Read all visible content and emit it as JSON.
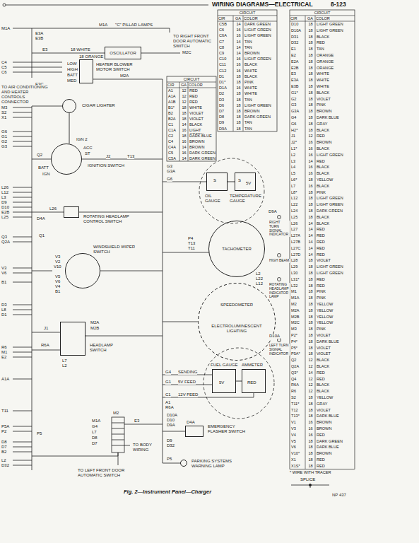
{
  "diagram": {
    "title": "WIRING DIAGRAMS—ELECTRICAL",
    "caption": "Fig. 2—Instrument Panel—Charger",
    "nodes": [
      {
        "text": [
          "OSCILLATOR"
        ]
      },
      {
        "text": [
          "HEATER BLOWER MOTOR SWITCH"
        ]
      },
      {
        "text": [
          "CIGAR LIGHTER"
        ]
      },
      {
        "text": [
          "IGNITION SWITCH"
        ]
      },
      {
        "text": [
          "ROTATING HEADLAMP CONTROL SWITCH"
        ]
      },
      {
        "text": [
          "WINDSHIELD WIPER SWITCH"
        ]
      },
      {
        "text": [
          "HEADLAMP SWITCH"
        ]
      },
      {
        "text": [
          "EMERGENCY FLASHER SWITCH"
        ]
      },
      {
        "text": [
          "PARKING SYSTEMS WARNING LAMP"
        ]
      },
      {
        "text": [
          "OIL GAUGE"
        ]
      },
      {
        "text": [
          "TEMPERATURE GAUGE"
        ]
      },
      {
        "text": [
          "TACHOMETER"
        ]
      },
      {
        "text": [
          "SPEEDOMETER"
        ]
      },
      {
        "text": [
          "FUEL GAUGE"
        ]
      },
      {
        "text": [
          "AMMETER"
        ]
      }
    ],
    "edges": [
      {
        "from": 2,
        "to": 3,
        "arrow": "none"
      },
      {
        "from": 9,
        "to": 10,
        "arrow": "none"
      },
      {
        "from": 13,
        "to": 14,
        "arrow": "none"
      }
    ],
    "labels": [
      "8-123",
      "NP 437",
      "M1A",
      "E3A",
      "E3B",
      "M1A",
      "\"C\" PILLAR LAMPS",
      "TO RIGHT FRONT DOOR AUTOMATIC SWITCH",
      "M2C",
      "E3",
      "18 WHITE",
      "18 ORANGE",
      "LOW",
      "HIGH",
      "BATT",
      "MED",
      "M2A",
      "C4",
      "C5",
      "C6",
      "E3C",
      "TO AIR CONDITIONING AND HEATER CONTROLS CONNECTOR",
      "M3",
      "S2",
      "X1",
      "G6",
      "G1",
      "G2",
      "G3",
      "IGN 2",
      "ACC",
      "ST",
      "BATT",
      "IGN",
      "J2",
      "T13",
      "Q2",
      "L26",
      "L12",
      "L3",
      "D9",
      "D10",
      "E2B",
      "L25",
      "L26",
      "D4A",
      "Q3",
      "Q2A",
      "Q1",
      "V3",
      "V2",
      "V10",
      "V5",
      "V6",
      "V4",
      "B1",
      "V3",
      "V6",
      "B1",
      "D3",
      "L8",
      "D1",
      "J1",
      "R6A",
      "M2A",
      "M2B",
      "R6",
      "M1",
      "E2",
      "L7",
      "L2",
      "A1A",
      "T11",
      "P5A",
      "P2",
      "P5",
      "D8",
      "D7",
      "B2",
      "L2",
      "D32",
      "M2",
      "M1A",
      "G4",
      "L7",
      "D8",
      "D7",
      "E3",
      "TO BODY WIRING",
      "TO LEFT FRONT DOOR AUTOMATIC SWITCH",
      "D10A",
      "D10",
      "D9A",
      "D4A",
      "D9",
      "D32",
      "P5",
      "G3",
      "G3A",
      "G6",
      "S",
      "S",
      "5V",
      "D9A",
      "P4",
      "T13",
      "T11",
      "L2",
      "L22",
      "L12",
      "RIGHT TURN SIGNAL INDICATOR",
      "HIGH BEAM",
      "ROTATING HEADLAMP INDICATOR LAMP",
      "ELECTROLUMINESCENT LIGHTING",
      "D10A",
      "LEFT TURN SIGNAL INDICATOR",
      "G4",
      "SENDING",
      "G1",
      "5V FEED",
      "C1",
      "12V FEED",
      "A1",
      "R6A",
      "5V",
      "RED",
      "CIRCUIT",
      "CIR",
      "GA",
      "COLOR",
      "A1",
      "12",
      "RED",
      "A1A",
      "12",
      "RED",
      "A1B",
      "12",
      "RED",
      "B1*",
      "18",
      "WHITE",
      "B2",
      "18",
      "VIOLET",
      "B2A",
      "18",
      "VIOLET",
      "C1",
      "14",
      "BLACK",
      "C1A",
      "16",
      "LIGHT GREEN",
      "C2",
      "18",
      "DARK BLUE",
      "C4",
      "16",
      "BROWN",
      "C4A",
      "14",
      "BROWN",
      "C5",
      "16",
      "DARK GREEN",
      "C5A",
      "14",
      "DARK GREEN",
      "CIRCUIT",
      "CIR",
      "GA",
      "COLOR",
      "C5B",
      "14",
      "DARK GREEN",
      "C6",
      "16",
      "LIGHT GREEN",
      "C6A",
      "16",
      "LIGHT GREEN",
      "C7",
      "14",
      "TAN",
      "C8",
      "14",
      "TAN",
      "C9",
      "14",
      "BROWN",
      "C10",
      "16",
      "LIGHT GREEN",
      "C11",
      "16",
      "BLACK",
      "C12",
      "16",
      "WHITE",
      "D1",
      "18",
      "BLACK",
      "D1*",
      "18",
      "PINK",
      "D1A",
      "16",
      "WHITE",
      "D2",
      "18",
      "WHITE",
      "D3",
      "18",
      "TAN",
      "D6",
      "18",
      "LIGHT GREEN",
      "D7",
      "18",
      "BROWN",
      "D8",
      "18",
      "DARK GREEN",
      "D9",
      "18",
      "TAN",
      "D9A",
      "18",
      "TAN",
      "CIRCUIT",
      "CIR",
      "GA",
      "COLOR",
      "D10",
      "18",
      "LIGHT GREEN",
      "D10A",
      "18",
      "LIGHT GREEN",
      "D31",
      "18",
      "BLACK",
      "D32",
      "18",
      "RED",
      "E1",
      "18",
      "TAN",
      "E2",
      "18",
      "ORANGE",
      "E2A",
      "18",
      "ORANGE",
      "E2B",
      "18",
      "ORANGE",
      "E3",
      "18",
      "WHITE",
      "E3A",
      "18",
      "WHITE",
      "E3B",
      "18",
      "WHITE",
      "G1*",
      "18",
      "BLACK",
      "G2",
      "18",
      "VIOLET",
      "G3",
      "18",
      "PINK",
      "G3A",
      "18",
      "BROWN",
      "G4",
      "18",
      "DARK BLUE",
      "G6",
      "18",
      "GRAY",
      "H2*",
      "18",
      "BLACK",
      "J1",
      "12",
      "RED",
      "J2*",
      "16",
      "BROWN",
      "L1*",
      "16",
      "BLACK",
      "L2",
      "16",
      "LIGHT GREEN",
      "L3",
      "14",
      "RED",
      "L4",
      "16",
      "BLACK",
      "L5",
      "16",
      "BLACK",
      "L6*",
      "18",
      "YELLOW",
      "L7",
      "16",
      "BLACK",
      "L8*",
      "18",
      "PINK",
      "L12",
      "18",
      "LIGHT GREEN",
      "L22",
      "18",
      "LIGHT GREEN",
      "L24",
      "18",
      "DARK GREEN",
      "L25",
      "18",
      "BLACK",
      "L26",
      "14",
      "BLACK",
      "L27",
      "14",
      "RED",
      "L27A",
      "14",
      "RED",
      "L27B",
      "14",
      "RED",
      "L27C",
      "14",
      "RED",
      "L27D",
      "14",
      "RED",
      "L28",
      "18",
      "VIOLET",
      "L29",
      "18",
      "LIGHT GREEN",
      "L30",
      "18",
      "LIGHT GREEN",
      "L31*",
      "18",
      "RED",
      "L32",
      "18",
      "RED",
      "M1",
      "18",
      "PINK",
      "M1A",
      "18",
      "PINK",
      "M2",
      "18",
      "YELLOW",
      "M2A",
      "18",
      "YELLOW",
      "M2B",
      "18",
      "YELLOW",
      "M2C",
      "18",
      "YELLOW",
      "M3",
      "18",
      "PINK",
      "P2*",
      "18",
      "VIOLET",
      "P4*",
      "18",
      "DARK BLUE",
      "P5*",
      "18",
      "VIOLET",
      "P5A*",
      "18",
      "VIOLET",
      "Q2",
      "12",
      "BLACK",
      "Q2A",
      "12",
      "BLACK",
      "Q3*",
      "14",
      "RED",
      "Q4",
      "12",
      "RED",
      "R6A",
      "12",
      "BLACK",
      "R6",
      "12",
      "BLACK",
      "S2",
      "18",
      "YELLOW",
      "T11*",
      "18",
      "GRAY",
      "T12",
      "18",
      "VIOLET",
      "T13*",
      "18",
      "DARK BLUE",
      "V1",
      "16",
      "BROWN",
      "V3",
      "16",
      "BROWN",
      "V4",
      "16",
      "RED",
      "V5",
      "18",
      "DARK GREEN",
      "V6",
      "18",
      "DARK BLUE",
      "V10*",
      "18",
      "BROWN",
      "X1",
      "18",
      "RED",
      "X1S*",
      "18",
      "RED",
      "* WIRE WITH TRACER"
    ],
    "legend": [
      {
        "text": "SPLICE"
      }
    ]
  }
}
